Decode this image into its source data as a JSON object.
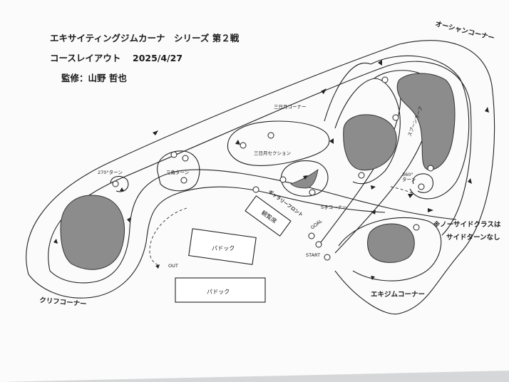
{
  "header": {
    "title": "エキサイティングジムカーナ　シリーズ 第２戦",
    "subtitle": "コースレイアウト",
    "date": "2025/4/27",
    "supervisor": "監修：山野 哲也"
  },
  "corners": {
    "ocean": "オーシャンコーナー",
    "mikazuki_corner": "三日月コーナー",
    "mikazuki_section": "三日月セクション",
    "turn270": "270°ターン",
    "sankaku": "三角ターン",
    "spoon": "スプーンカーブ",
    "turn360": "360°\nターン",
    "s_corner": "S字コーナー",
    "gallery_front": "ギャラリーフロント",
    "kanranseki": "観覧席",
    "goal": "GOAL",
    "start": "START",
    "out": "OUT",
    "cliff": "クリフコーナー",
    "exigym": "エキジムコーナー"
  },
  "paddock": [
    "パドック",
    "パドック"
  ],
  "note": [
    "※ノーサイドクラスは",
    "サイドターンなし"
  ],
  "colors": {
    "paper": "#fdfdfd",
    "ink": "#222222",
    "island": "#8c8c8c"
  }
}
